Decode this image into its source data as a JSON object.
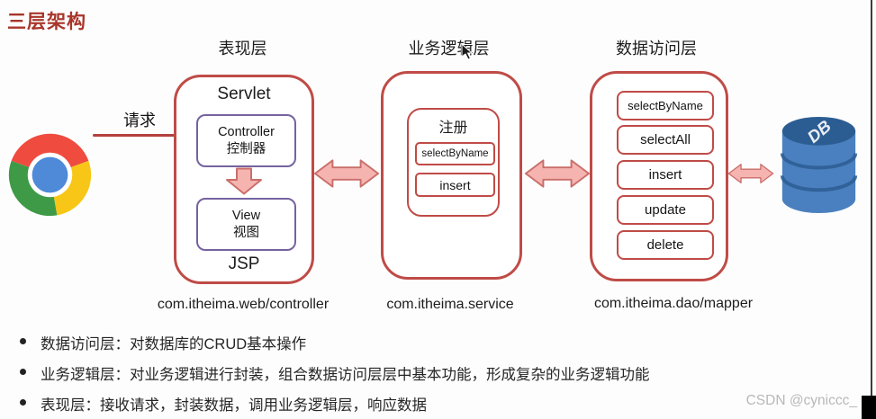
{
  "title": "三层架构",
  "request_label": "请求",
  "watermark": "CSDN @cyniccc_",
  "database": {
    "label": "DB"
  },
  "layers": [
    {
      "header": "表现层",
      "package": "com.itheima.web/controller",
      "container_top_label": "Servlet",
      "container_bottom_label": "JSP",
      "nodes": [
        {
          "line1": "Controller",
          "line2": "控制器"
        },
        {
          "line1": "View",
          "line2": "视图"
        }
      ]
    },
    {
      "header": "业务逻辑层",
      "package": "com.itheima.service",
      "group_title": "注册",
      "methods": [
        "selectByName",
        "insert"
      ]
    },
    {
      "header": "数据访问层",
      "package": "com.itheima.dao/mapper",
      "methods": [
        "selectByName",
        "selectAll",
        "insert",
        "update",
        "delete"
      ]
    }
  ],
  "bullets": [
    "数据访问层：对数据库的CRUD基本操作",
    "业务逻辑层：对业务逻辑进行封装，组合数据访问层层中基本功能，形成复杂的业务逻辑功能",
    "表现层：接收请求，封装数据，调用业务逻辑层，响应数据"
  ],
  "colors": {
    "accent_red": "#bf4b47",
    "accent_purple": "#75639f",
    "arrow_pink": "#f6b4b0",
    "arrow_pink_stroke": "#c96e6a",
    "db_blue": "#4a80bf",
    "db_blue_dark": "#2c5d92",
    "title_red": "#a8352a"
  }
}
